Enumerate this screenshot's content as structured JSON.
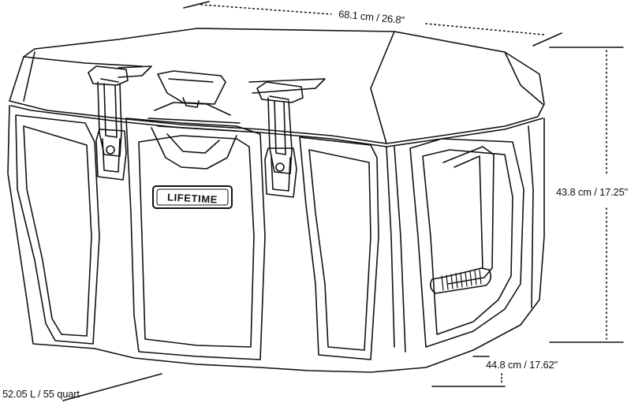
{
  "dimensions": {
    "width": "68.1 cm / 26.8\"",
    "height": "43.8 cm / 17.25\"",
    "depth": "44.8 cm / 17.62\"",
    "volume": "52.05 L / 55 quart"
  },
  "brand": {
    "logo_text": "LIFETIME"
  },
  "colors": {
    "line": "#111111",
    "background": "#ffffff"
  }
}
